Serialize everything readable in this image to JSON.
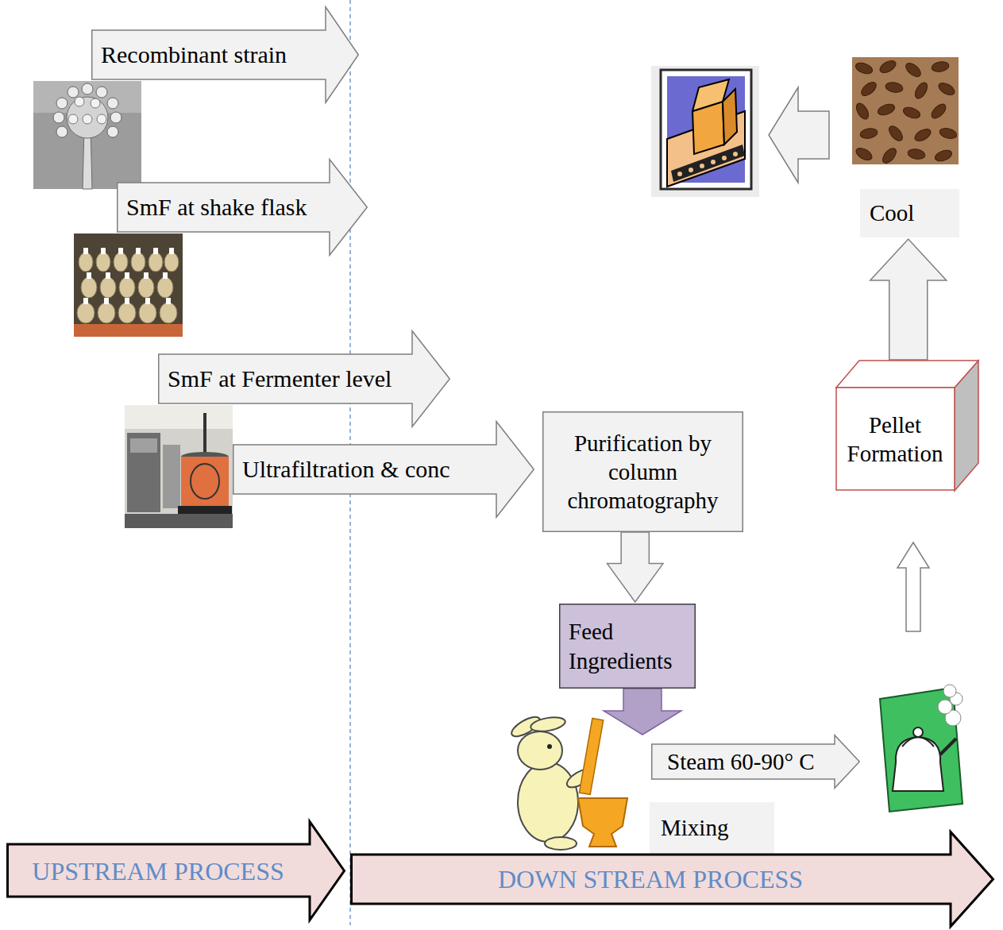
{
  "diagram": {
    "nodes": [
      {
        "text": [
          "Recombinant strain"
        ]
      },
      {
        "text": [
          "SmF at shake flask"
        ]
      },
      {
        "text": [
          "SmF at Fermenter level"
        ]
      },
      {
        "text": [
          "Ultrafiltration & conc"
        ]
      },
      {
        "text": [
          "Purification by column chromatography"
        ]
      },
      {
        "text": [
          "Feed Ingredients"
        ]
      },
      {
        "text": [
          "Steam 60-90° C"
        ]
      },
      {
        "text": [
          "Mixing"
        ]
      },
      {
        "text": [
          "Pellet Formation"
        ]
      },
      {
        "text": [
          "Cool"
        ]
      },
      {
        "text": [
          "UPSTREAM PROCESS"
        ]
      },
      {
        "text": [
          "DOWN STREAM PROCESS"
        ]
      }
    ],
    "edges": [
      {
        "from": 4,
        "to": 5,
        "arrow": "to"
      },
      {
        "from": 8,
        "to": 9,
        "arrow": "to"
      }
    ]
  }
}
